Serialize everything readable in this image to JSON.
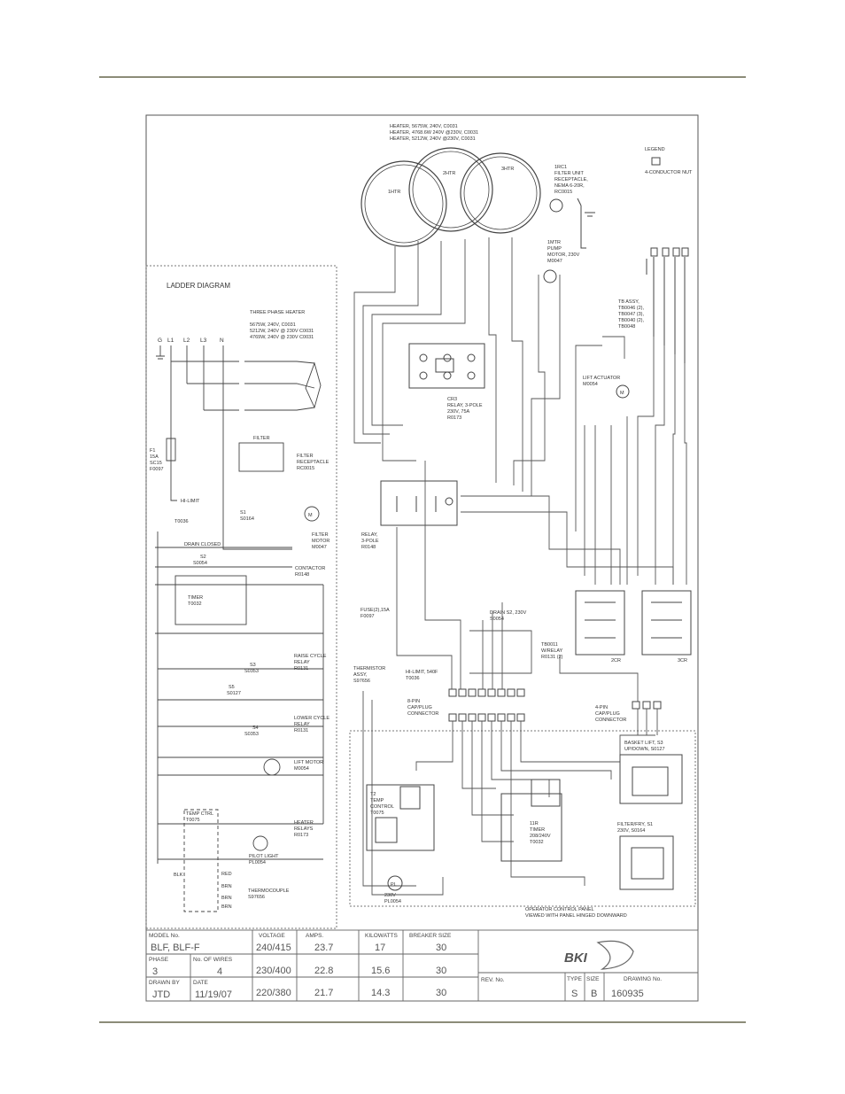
{
  "heater": {
    "lines": [
      "HEATER, 5675W, 240V, C0031",
      "HEATER, 4768.6W 240V @230V, C0031",
      "HEATER, 5212W, 240V @230V, C0031"
    ],
    "elements": [
      "1HTR",
      "2HTR",
      "3HTR"
    ]
  },
  "legend": {
    "title": "LEGEND",
    "item": "4-CONDUCTOR NUT"
  },
  "filter_unit": [
    "1RC1",
    "FILTER UNIT",
    "RECEPTACLE,",
    "NEMA 6-20R,",
    "RC0015"
  ],
  "pump_motor": [
    "1MTR",
    "PUMP",
    "MOTOR, 230V",
    "M0047"
  ],
  "tb_assy": [
    "TB ASSY,",
    "TB0046 (2),",
    "TB0047 (3),",
    "TB0040 (2),",
    "TB0048"
  ],
  "lift_actuator": [
    "LIFT ACTUATOR",
    "M0054"
  ],
  "cr3_relay": [
    "CR3",
    "RELAY, 3-POLE",
    "230V, 75A",
    "R0173"
  ],
  "relay_3pole": [
    "RELAY,",
    "3-POLE",
    "R0148"
  ],
  "fuse": [
    "FUSE(2),15A",
    "F0097"
  ],
  "drain_s2": [
    "DRAIN S2, 230V",
    "S0054"
  ],
  "tb0011": [
    "TB0011",
    "W/RELAY",
    "R0131 (2)"
  ],
  "thermistor": [
    "THERMISTOR",
    "ASSY,",
    "S97656"
  ],
  "hi_limit": [
    "HI-LIMIT, 540F",
    "T0036"
  ],
  "conn8": [
    "8-PIN",
    "CAP/PLUG",
    "CONNECTOR"
  ],
  "conn4": [
    "4-PIN",
    "CAP/PLUG",
    "CONNECTOR"
  ],
  "basket_lift": [
    "BASKET LIFT, S3",
    "UP/DOWN, S0127"
  ],
  "filter_fry": [
    "FILTER/FRY, S1",
    "230V, S0164"
  ],
  "temp_control": [
    "T2",
    "TEMP",
    "CONTROL",
    "T0075"
  ],
  "timer": [
    "11R",
    "TIMER",
    "208/240V",
    "T0032"
  ],
  "pilot_small": [
    "PL",
    "230V",
    "PL0054"
  ],
  "panel_caption": [
    "OPERATOR CONTROL PANEL",
    "VIEWED WITH PANEL HINGED DOWNWARD"
  ],
  "ladder": {
    "title": "LADDER  DIAGRAM",
    "three_phase": [
      "THREE PHASE HEATER",
      "5675W, 240V, C0031",
      "5212W, 240V @ 230V C0031",
      "4769W, 240V @ 230V C0031"
    ],
    "lines": [
      "G",
      "L1",
      "L2",
      "L3",
      "N"
    ],
    "fuse": [
      "F1",
      "15A",
      "SC15",
      "F0097"
    ],
    "hi_limit": "HI-LIMIT",
    "hi_limit_part": "T0036",
    "filter_receptacle": [
      "FILTER",
      "RECEPTACLE",
      "RC0015"
    ],
    "filter_switch": [
      "S1",
      "S0164"
    ],
    "filter_motor": [
      "FILTER",
      "MOTOR",
      "M0047"
    ],
    "drain": [
      "DRAIN CLOSED",
      "S2",
      "S0054"
    ],
    "contactor": [
      "CONTACTOR",
      "R0148"
    ],
    "timer": [
      "TIMER",
      "T0032"
    ],
    "raise": [
      "RAISE CYCLE",
      "RELAY",
      "R0131"
    ],
    "lower": [
      "LOWER CYCLE",
      "RELAY",
      "R0131"
    ],
    "s3": [
      "S3",
      "S0353"
    ],
    "s4": [
      "S4",
      "S0353"
    ],
    "s5": [
      "S5",
      "S0127"
    ],
    "lift_motor": [
      "LIFT MOTOR",
      "M0054"
    ],
    "heater_relays": [
      "HEATER",
      "RELAYS",
      "R0173"
    ],
    "pilot": [
      "PILOT LIGHT",
      "PL0054"
    ],
    "temp_ctrl": [
      "TEMP CTRL",
      "T0075"
    ],
    "thermocouple": [
      "THERMOCOUPLE",
      "S97656"
    ],
    "wires": [
      "RED",
      "BRN",
      "BRN",
      "BRN",
      "BLK"
    ]
  },
  "title_block": {
    "headers": {
      "model": "MODEL No.",
      "voltage": "VOLTAGE",
      "amps": "AMPS.",
      "kw": "KILOWATTS",
      "breaker": "BREAKER SIZE"
    },
    "model": "BLF, BLF-F",
    "phase_label": "PHASE",
    "phase": "3",
    "wires_label": "No. OF WIRES",
    "wires": "4",
    "drawn_label": "DRAWN BY",
    "drawn": "JTD",
    "date_label": "DATE",
    "date": "11/19/07",
    "rows": [
      {
        "voltage": "240/415",
        "amps": "23.7",
        "kw": "17",
        "breaker": "30"
      },
      {
        "voltage": "230/400",
        "amps": "22.8",
        "kw": "15.6",
        "breaker": "30"
      },
      {
        "voltage": "220/380",
        "amps": "21.7",
        "kw": "14.3",
        "breaker": "30"
      }
    ],
    "logo": "BKI",
    "rev_label": "REV. No.",
    "type_label": "TYPE",
    "size_label": "SIZE",
    "drawing_label": "DRAWING No.",
    "type": "S",
    "size": "B",
    "drawing": "160935"
  }
}
